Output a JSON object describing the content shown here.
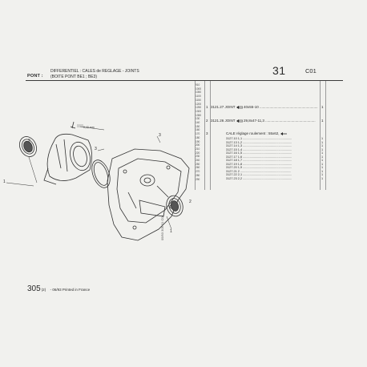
{
  "header": {
    "label": "PONT :",
    "title_lines": [
      "DIFFERENTIEL : CALES de REGLAGE - JOINTS",
      "(BOITE PONT BE1 ; BE3)"
    ],
    "section_number": "31",
    "section_code": "C01"
  },
  "serials": [
    "910",
    "1000",
    "1050",
    "1100",
    "1150",
    "1200",
    "1250",
    "1300",
    "1350",
    "130",
    "140",
    "150",
    "160",
    "170",
    "180",
    "190",
    "200",
    "210",
    "220",
    "230",
    "240",
    "250",
    "260",
    "270",
    "280",
    "290"
  ],
  "rows": [
    {
      "num": "1",
      "part": "3121.27 JOINT",
      "spec": "40x55-10",
      "qty": "1"
    },
    {
      "num": "2",
      "part": "3121.26 JOINT",
      "spec": "29,8x47-11,3",
      "qty": "1"
    }
  ],
  "shim_group": {
    "num": "3",
    "heading": "CALE réglage roulement : 55x62,",
    "items": [
      {
        "ref": "3127.10",
        "size": "1,1",
        "qty": "1"
      },
      {
        "ref": "3127.13",
        "size": "1,2",
        "qty": "1"
      },
      {
        "ref": "3127.14",
        "size": "1,3",
        "qty": "1"
      },
      {
        "ref": "3127.15",
        "size": "1,4",
        "qty": "1"
      },
      {
        "ref": "3127.16",
        "size": "1,5",
        "qty": "1"
      },
      {
        "ref": "3127.17",
        "size": "1,6",
        "qty": "1"
      },
      {
        "ref": "3127.18",
        "size": "1,7",
        "qty": "1"
      },
      {
        "ref": "3127.19",
        "size": "1,8",
        "qty": "1"
      },
      {
        "ref": "3127.20",
        "size": "1,9",
        "qty": "1"
      },
      {
        "ref": "3127.21",
        "size": "2",
        "qty": "1"
      },
      {
        "ref": "3127.22",
        "size": "2,1",
        "qty": "1"
      },
      {
        "ref": "3127.23",
        "size": "2,2",
        "qty": "1"
      }
    ]
  },
  "drawing": {
    "callouts": [
      "1",
      "2",
      "3",
      "3",
      "1",
      "2"
    ],
    "dimension_label": "0,40 mm",
    "stamp": "05/93 305 31 C01"
  },
  "footer": {
    "model": "305",
    "suffix": "(2)",
    "note": "- 06/93 Printed in France"
  },
  "colors": {
    "paper": "#f1f1ee",
    "ink": "#2a2a2a"
  }
}
